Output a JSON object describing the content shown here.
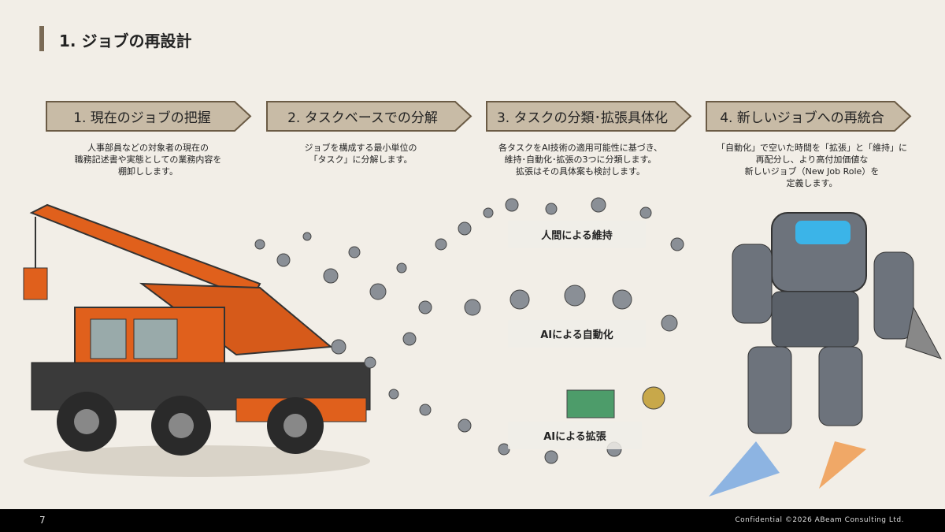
{
  "header": {
    "title": "1. ジョブの再設計"
  },
  "steps": [
    {
      "label": "1. 現在のジョブの把握",
      "desc": [
        "人事部員などの対象者の現在の",
        "職務記述書や実態としての業務内容を",
        "棚卸しします。"
      ]
    },
    {
      "label": "2. タスクベースでの分解",
      "desc": [
        "ジョブを構成する最小単位の",
        "「タスク」に分解します。"
      ]
    },
    {
      "label": "3. タスクの分類･拡張具体化",
      "desc": [
        "各タスクをAI技術の適用可能性に基づき、",
        "維持･自動化･拡張の3つに分類します。",
        "拡張はその具体案も検討します。"
      ]
    },
    {
      "label": "4. 新しいジョブへの再統合",
      "desc": [
        "「自動化」で空いた時間を「拡張」と「維持」に",
        "再配分し、より高付加価値な",
        "新しいジョブ（New Job Role）を",
        "定義します。"
      ]
    }
  ],
  "illustration": {
    "streams": [
      "人間による維持",
      "AIによる自動化",
      "AIによる拡張"
    ]
  },
  "footer": {
    "page": "7",
    "confidential": "Confidential ©2026 ABeam Consulting Ltd."
  },
  "colors": {
    "accent": "#7a6a55",
    "chevron": "#c8bba6",
    "chevron_border": "#6b5b45",
    "crane": "#e0601c"
  }
}
